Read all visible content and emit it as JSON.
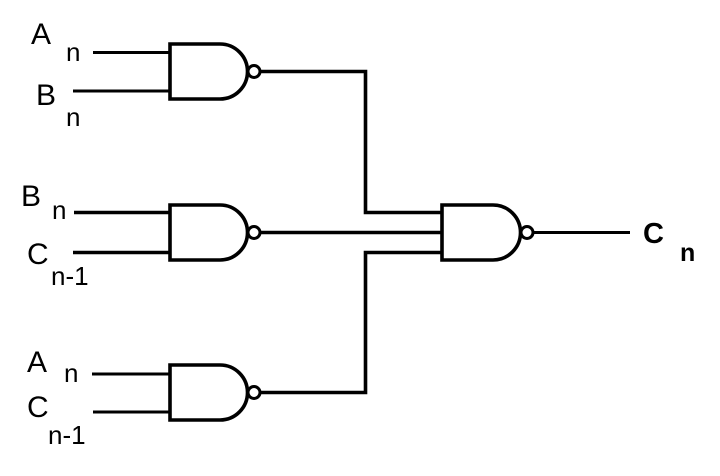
{
  "diagram": {
    "kind": "logic-circuit",
    "background_color": "#ffffff",
    "line_color": "#000000",
    "labels": {
      "a_top": {
        "base": "A",
        "subscript": "n"
      },
      "b_top": {
        "base": "B",
        "subscript": "n"
      },
      "b_mid": {
        "base": "B",
        "subscript": "n"
      },
      "c_mid": {
        "base": "C",
        "subscript": "n-1"
      },
      "a_bot": {
        "base": "A",
        "subscript": "n"
      },
      "c_bot": {
        "base": "C",
        "subscript": "n-1"
      },
      "out": {
        "base": "C",
        "subscript": "n"
      }
    },
    "gates": [
      {
        "name": "top-nand",
        "type": "NAND",
        "inputs": [
          "A_n",
          "B_n"
        ],
        "output": "final-nand input 1"
      },
      {
        "name": "middle-nand",
        "type": "NAND",
        "inputs": [
          "B_n",
          "C_n-1"
        ],
        "output": "final-nand input 2"
      },
      {
        "name": "bottom-nand",
        "type": "NAND",
        "inputs": [
          "A_n",
          "C_n-1"
        ],
        "output": "final-nand input 3"
      },
      {
        "name": "final-nand",
        "type": "NAND",
        "inputs": [
          "top-nand output",
          "middle-nand output",
          "bottom-nand output"
        ],
        "output": "C_n"
      }
    ]
  }
}
